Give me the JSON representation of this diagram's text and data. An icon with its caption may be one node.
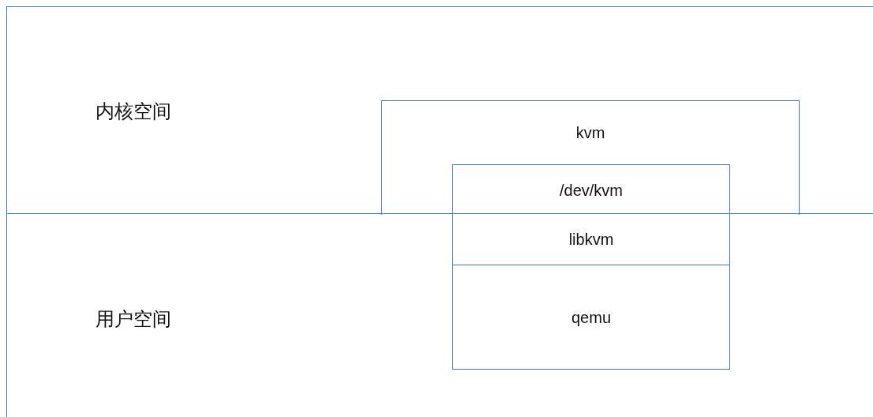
{
  "diagram": {
    "nodes": [
      {
        "text": [
          "内核空间"
        ]
      },
      {
        "text": [
          "用户空间"
        ]
      },
      {
        "text": [
          "kvm"
        ],
        "in": 0
      },
      {
        "text": [
          "/dev/kvm"
        ],
        "in": 2
      },
      {
        "text": [
          "libkvm"
        ],
        "in": 1
      },
      {
        "text": [
          "qemu"
        ],
        "in": 1
      }
    ]
  }
}
